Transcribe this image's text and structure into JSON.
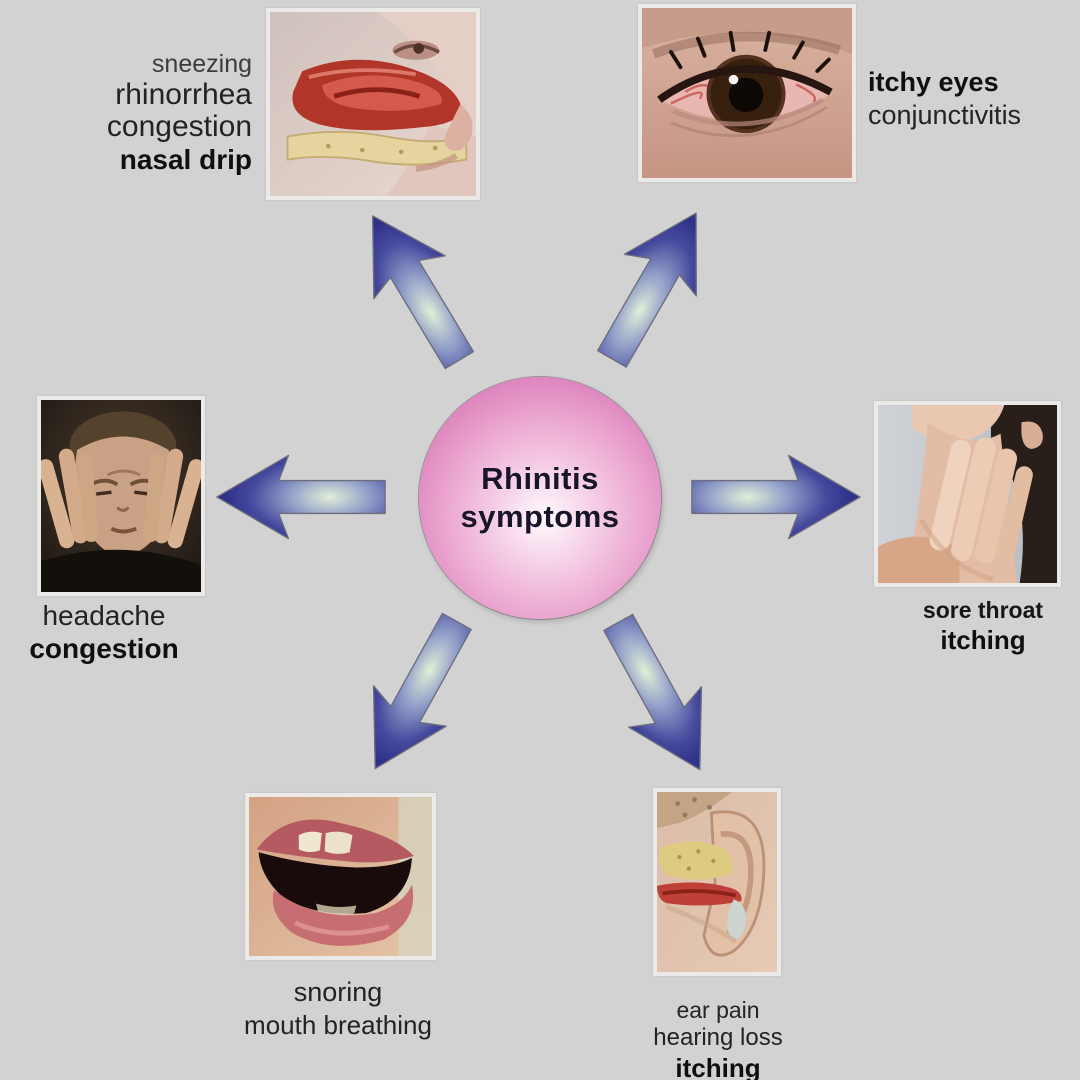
{
  "title": {
    "line1": "Rhinitis",
    "line2": "symptoms"
  },
  "colors": {
    "background": "#d2d2d2",
    "circle_edge_pink": "#c95fa6",
    "circle_highlight": "#fffafd",
    "arrow_dark_blue": "#31338c",
    "arrow_highlight_green": "#dfecd5",
    "label_text": "#232323"
  },
  "arrows": [
    "up-left",
    "up-right",
    "left",
    "right",
    "down-left",
    "down-right"
  ],
  "groups": [
    {
      "id": "nose",
      "image": "nasal-cavity-illustration",
      "lines": [
        {
          "text": "sneezing",
          "bold": false
        },
        {
          "text": "rhinorrhea",
          "bold": false
        },
        {
          "text": "congestion",
          "bold": false
        },
        {
          "text": "nasal drip",
          "bold": true
        }
      ]
    },
    {
      "id": "eye",
      "image": "bloodshot-eye-photo",
      "lines": [
        {
          "text": "itchy eyes",
          "bold": true
        },
        {
          "text": "conjunctivitis",
          "bold": false
        }
      ]
    },
    {
      "id": "throat",
      "image": "hand-on-throat-photo",
      "lines": [
        {
          "text": "sore throat",
          "bold": true
        },
        {
          "text": "itching",
          "bold": true
        }
      ]
    },
    {
      "id": "headache",
      "image": "man-with-headache-photo",
      "lines": [
        {
          "text": "headache",
          "bold": false
        },
        {
          "text": "congestion",
          "bold": true
        }
      ]
    },
    {
      "id": "mouth",
      "image": "open-mouth-photo",
      "lines": [
        {
          "text": "snoring",
          "bold": false
        },
        {
          "text": "mouth breathing",
          "bold": false
        }
      ]
    },
    {
      "id": "ear",
      "image": "ear-canal-illustration",
      "lines": [
        {
          "text": "ear pain",
          "bold": false
        },
        {
          "text": "hearing loss",
          "bold": false
        },
        {
          "text": "itching",
          "bold": true
        }
      ]
    }
  ]
}
